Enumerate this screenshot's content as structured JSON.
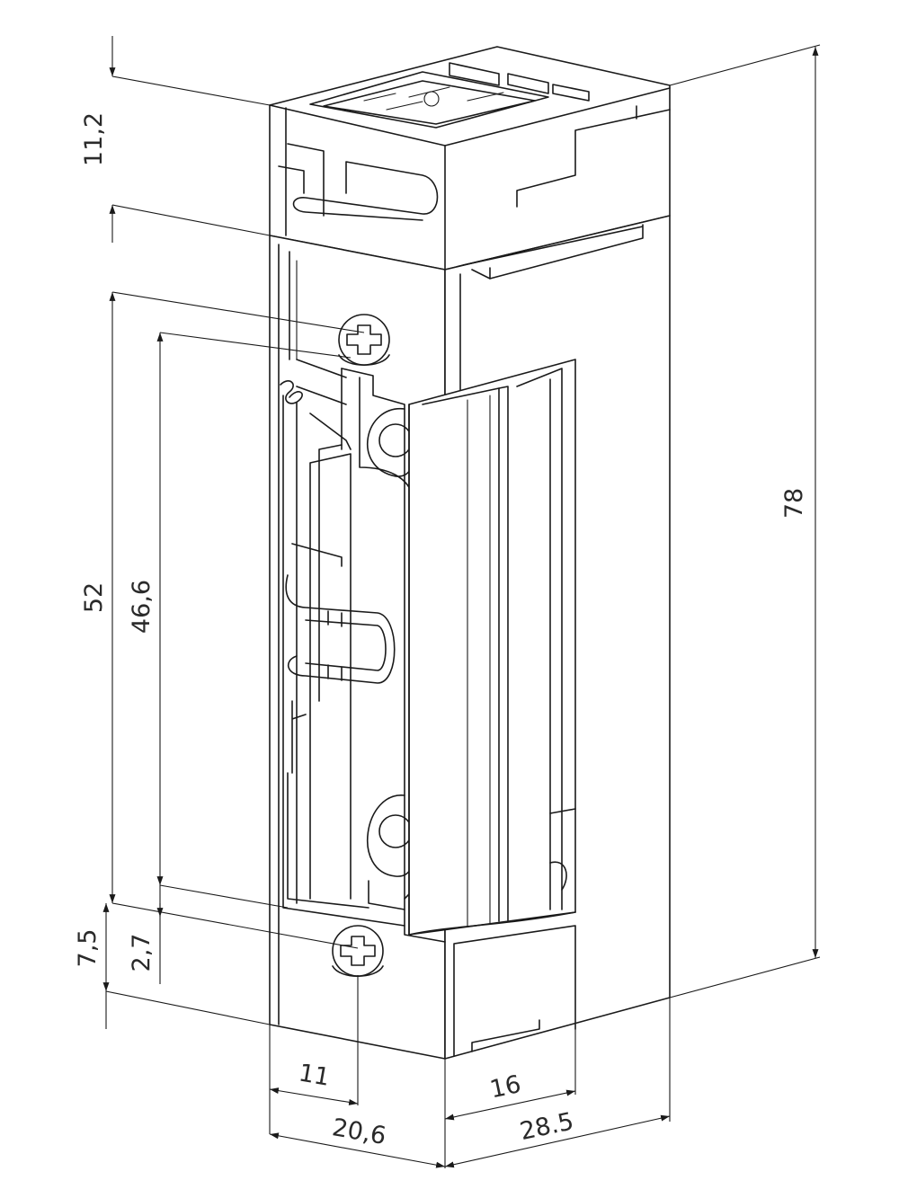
{
  "dimensions": {
    "h_top": "11,2",
    "h_plate": "52",
    "h_holes": "46,6",
    "h_total": "78",
    "h_bottom": "7,5",
    "h_offset": "2,7",
    "w_hole": "11",
    "w_front": "20,6",
    "w_depth": "16",
    "w_side": "28.5"
  },
  "colors": {
    "line": "#1a1a1a",
    "text": "#2a2a2a",
    "background": "#ffffff"
  }
}
